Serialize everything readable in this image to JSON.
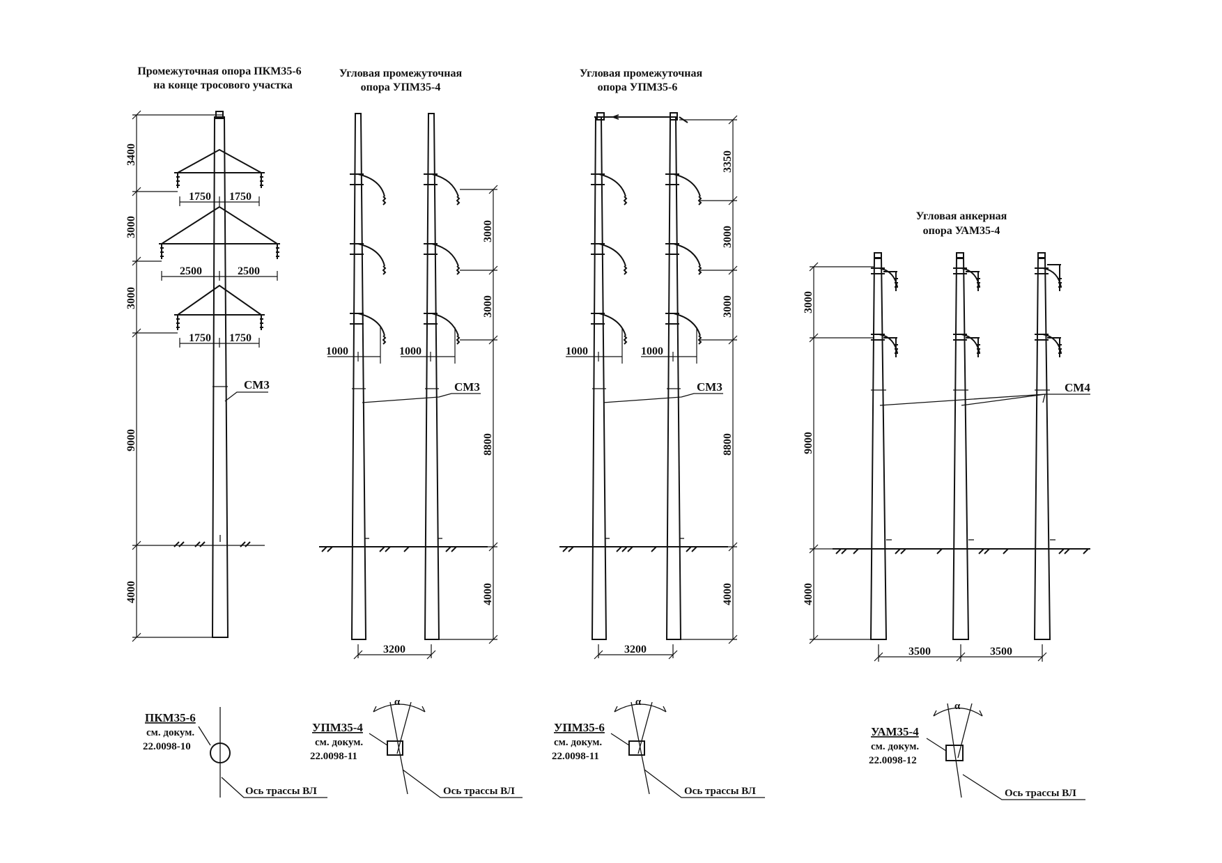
{
  "diagrams": [
    {
      "title": [
        "Промежуточная опора ПКМ35-6",
        "на конце тросового участка"
      ],
      "heights": [
        "3400",
        "3000",
        "3000",
        "9000",
        "4000"
      ],
      "spans": [
        "1750",
        "1750",
        "2500",
        "2500",
        "1750",
        "1750"
      ],
      "pole_label": "СМ3",
      "plan": {
        "name": "ПКМ35-6",
        "ref1": "см. докум.",
        "ref2": "22.0098-10",
        "axis": "Ось трассы ВЛ"
      }
    },
    {
      "title": [
        "Угловая промежуточная",
        "опора УПМ35-4"
      ],
      "heights": [
        "3000",
        "3000",
        "8800",
        "4000"
      ],
      "offsets": [
        "1000",
        "1000"
      ],
      "base": "3200",
      "pole_label": "СМ3",
      "plan": {
        "name": "УПМ35-4",
        "ref1": "см. докум.",
        "ref2": "22.0098-11",
        "axis": "Ось трассы ВЛ",
        "angle": "α"
      }
    },
    {
      "title": [
        "Угловая промежуточная",
        "опора УПМ35-6"
      ],
      "heights": [
        "3350",
        "3000",
        "3000",
        "8800",
        "4000"
      ],
      "offsets": [
        "1000",
        "1000"
      ],
      "base": "3200",
      "pole_label": "СМ3",
      "plan": {
        "name": "УПМ35-6",
        "ref1": "см. докум.",
        "ref2": "22.0098-11",
        "axis": "Ось трассы ВЛ",
        "angle": "α"
      }
    },
    {
      "title": [
        "Угловая анкерная",
        "опора УАМ35-4"
      ],
      "heights": [
        "3000",
        "9000",
        "4000"
      ],
      "spans": [
        "3500",
        "3500"
      ],
      "pole_label": "СМ4",
      "plan": {
        "name": "УАМ35-4",
        "ref1": "см. докум.",
        "ref2": "22.0098-12",
        "axis": "Ось трассы ВЛ",
        "angle": "α"
      }
    }
  ]
}
